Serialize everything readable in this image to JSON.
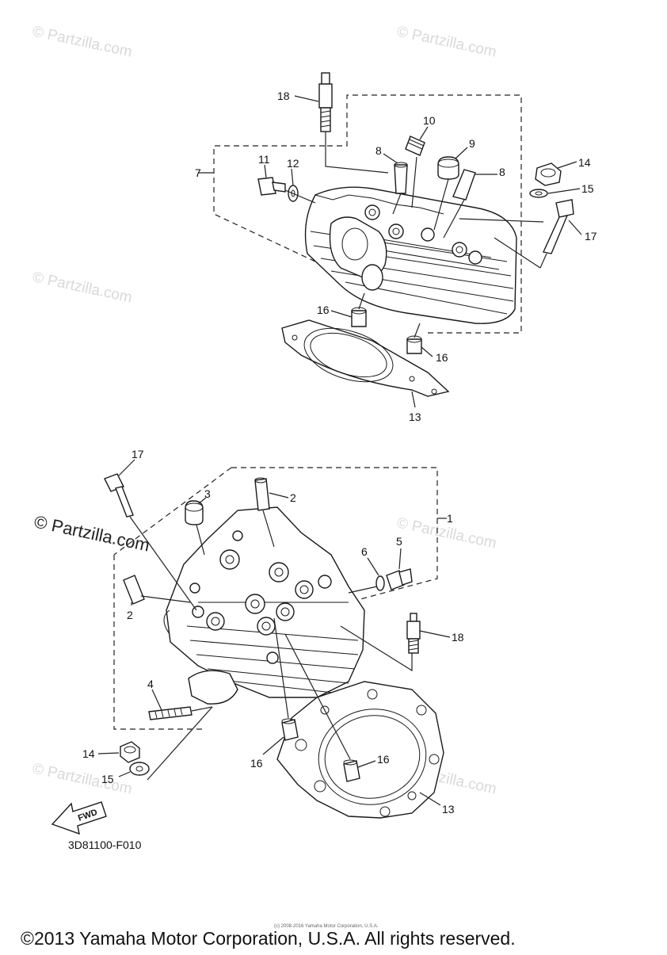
{
  "watermark": {
    "text": "© Partzilla.com"
  },
  "diagram_code": "3D81100-F010",
  "fwd_label": "FWD",
  "fine_print": "(c) 2008-2016 Yamaha Motor Corporation, U.S.A.",
  "footer": {
    "copyright": "©2013 Yamaha Motor Corporation, U.S.A. All rights reserved."
  },
  "callouts": {
    "upper": [
      "18",
      "10",
      "9",
      "8",
      "8",
      "7",
      "11",
      "12",
      "14",
      "15",
      "17",
      "16",
      "16",
      "13"
    ],
    "lower": [
      "17",
      "3",
      "2",
      "1",
      "5",
      "6",
      "2",
      "18",
      "4",
      "14",
      "15",
      "16",
      "16",
      "13"
    ]
  }
}
